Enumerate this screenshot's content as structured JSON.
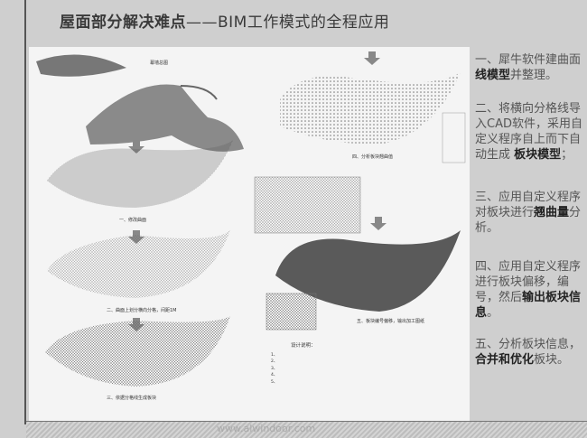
{
  "title": {
    "main": "屋面部分解决难点",
    "sub": "——BIM工作模式的全程应用"
  },
  "steps": [
    {
      "pre": "一、犀牛软件建曲面 ",
      "bold": "线模型",
      "post": "并整理。"
    },
    {
      "pre": "二、将横向分格线导入CAD软件，采用自定义程序自上而下自动生成 ",
      "bold": "板块模型",
      "post": "；"
    },
    {
      "pre": "三、应用自定义程序对板块进行",
      "bold": "翘曲量",
      "post": "分析。"
    },
    {
      "pre": "四、应用自定义程序进行板块偏移，编号，然后",
      "bold": "输出板块信息",
      "post": "。"
    },
    {
      "pre": "五、分析板块信息，",
      "bold": "合并和优化",
      "post": "板块。"
    }
  ],
  "figure": {
    "caption_top": "幕墙总图",
    "caption_1": "一、修改曲面",
    "caption_2": "二、曲面上划分横向分格，间距1M",
    "caption_3": "三、依据分格线生成板块",
    "caption_4": "四、分析板块翘曲值",
    "caption_5": "五、板块编号偏移，输出加工图纸",
    "notes_title": "设计说明：",
    "notes": [
      "1、",
      "2、",
      "3、",
      "4、",
      "5、"
    ]
  },
  "watermark": "www.alwindoor.com"
}
